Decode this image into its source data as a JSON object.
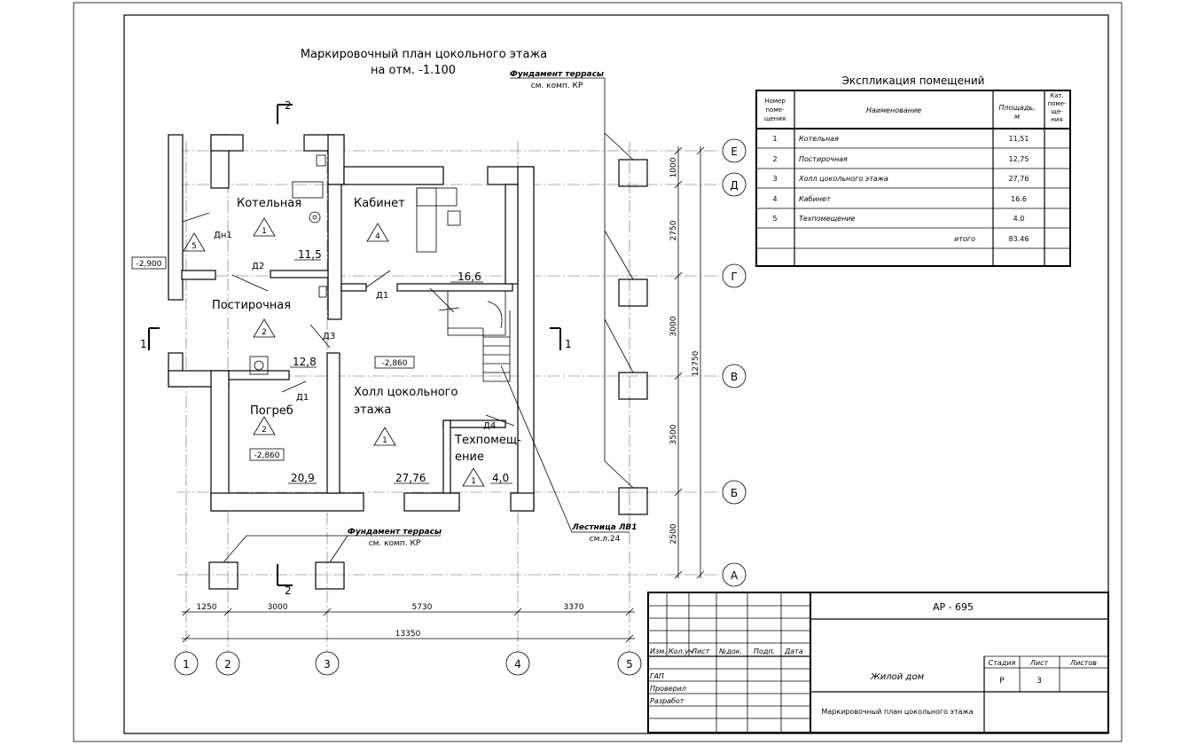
{
  "title": {
    "line1": "Маркировочный план цокольного этажа",
    "line2": "на отм. -1.100"
  },
  "callouts": {
    "foundation_top_1": "Фундамент террасы",
    "foundation_top_2": "см. комп. КР",
    "foundation_bottom_1": "Фундамент террасы",
    "foundation_bottom_2": "см. комп. КР",
    "stair_1": "Лестница ЛВ1",
    "stair_2": "см.л.24"
  },
  "section_marks": {
    "top": "2",
    "bottom": "2",
    "left": "1",
    "right": "1"
  },
  "rooms": [
    {
      "name": "Котельная",
      "num": "1",
      "area": "11,5"
    },
    {
      "name": "Кабинет",
      "num": "4",
      "area": "16,6"
    },
    {
      "name": "Постирочная",
      "num": "2",
      "area": "12,8"
    },
    {
      "name": "Погреб",
      "num": "2",
      "area": "20,9"
    },
    {
      "name_l1": "Холл цокольного",
      "name_l2": "этажа",
      "num": "1",
      "area": "27,76"
    },
    {
      "name_l1": "Техпомещ-",
      "name_l2": "ение",
      "num": "1",
      "area": "4,0"
    },
    {
      "name": "",
      "num": "5",
      "area": ""
    }
  ],
  "door_labels": {
    "d1a": "Д1",
    "d1b": "Д1",
    "d2": "Д2",
    "d3": "Д3",
    "d4": "Д4",
    "dn1": "Дн1"
  },
  "levels": {
    "left": "-2,900",
    "hall": "-2,860",
    "cellar": "-2,860"
  },
  "axes_h": [
    "1",
    "2",
    "3",
    "4",
    "5"
  ],
  "axes_v": [
    "Е",
    "Д",
    "Г",
    "В",
    "Б",
    "А"
  ],
  "dims_h": [
    "1250",
    "3000",
    "5730",
    "3370"
  ],
  "dims_h_total": "13350",
  "dims_v": [
    "1000",
    "2750",
    "3000",
    "3500",
    "2500"
  ],
  "dims_v_total": "12750",
  "explication": {
    "title": "Экспликация помещений",
    "headers": {
      "num_1": "Номер",
      "num_2": "поме-",
      "num_3": "щения",
      "name": "Наименование",
      "area_1": "Площадь,",
      "area_2": "м",
      "cat_1": "Кат.",
      "cat_2": "поме-",
      "cat_3": "ще-",
      "cat_4": "ния"
    },
    "rows": [
      {
        "n": "1",
        "name": "Котельная",
        "area": "11,51"
      },
      {
        "n": "2",
        "name": "Постирочная",
        "area": "12,75"
      },
      {
        "n": "3",
        "name": "Холл цокольного этажа",
        "area": "27,76"
      },
      {
        "n": "4",
        "name": "Кабинет",
        "area": "16.6"
      },
      {
        "n": "5",
        "name": "Техпомещение",
        "area": "4.0"
      }
    ],
    "total_label": "итого",
    "total_value": "83.46"
  },
  "stamp": {
    "code": "АР - 695",
    "col_izm": "Изм.",
    "col_kuch": "Кол.уч",
    "col_list": "Лист",
    "col_ndok": "№док.",
    "col_podp": "Подп.",
    "col_data": "Дата",
    "gap": "ГАП",
    "proveril": "Проверил",
    "razrabot": "Разработ",
    "project": "Жилой дом",
    "stadiya": "Стадия",
    "list": "Лист",
    "listov": "Листов",
    "stadiya_val": "Р",
    "list_val": "3",
    "sheet_title": "Маркировочный план цокольного этажа"
  }
}
